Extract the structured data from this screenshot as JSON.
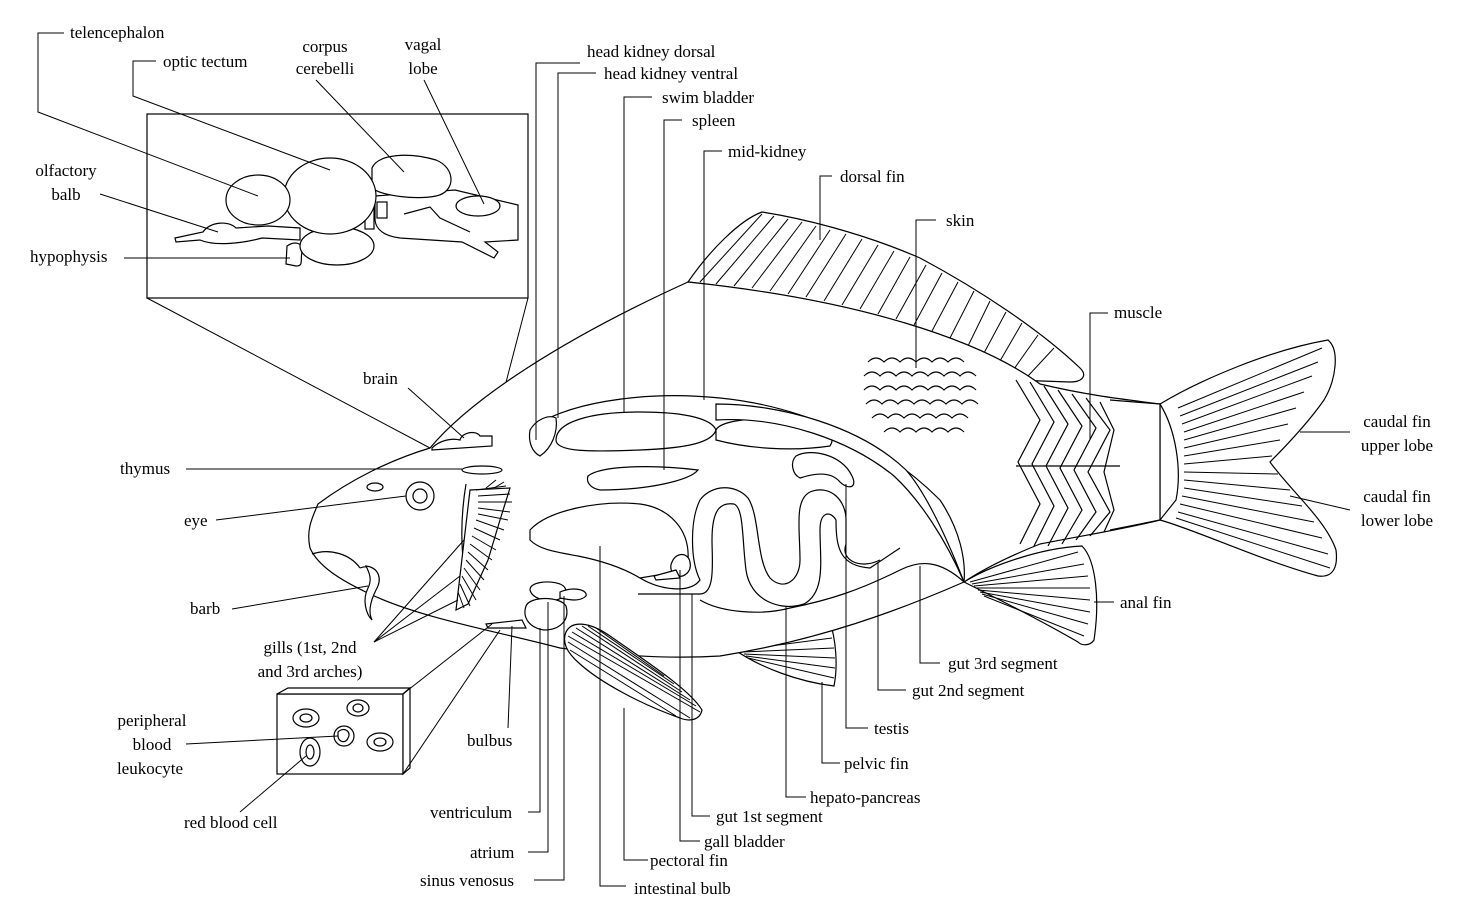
{
  "labels": {
    "telencephalon": "telencephalon",
    "optic_tectum": "optic tectum",
    "corpus_cerebelli_1": "corpus",
    "corpus_cerebelli_2": "cerebelli",
    "vagal_lobe_1": "vagal",
    "vagal_lobe_2": "lobe",
    "olfactory_balb_1": "olfactory",
    "olfactory_balb_2": "balb",
    "hypophysis": "hypophysis",
    "brain": "brain",
    "thymus": "thymus",
    "eye": "eye",
    "barb": "barb",
    "gills_1": "gills (1st, 2nd",
    "gills_2": "and 3rd arches)",
    "peripheral_1": "peripheral",
    "peripheral_2": "blood",
    "peripheral_3": "leukocyte",
    "red_blood_cell": "red blood cell",
    "bulbus": "bulbus",
    "ventriculum": "ventriculum",
    "atrium": "atrium",
    "sinus_venosus": "sinus venosus",
    "intestinal_bulb": "intestinal bulb",
    "pectoral_fin": "pectoral fin",
    "gall_bladder": "gall bladder",
    "gut_1st": "gut 1st segment",
    "hepato_pancreas": "hepato-pancreas",
    "pelvic_fin": "pelvic fin",
    "testis": "testis",
    "gut_2nd": "gut 2nd segment",
    "gut_3rd": "gut 3rd segment",
    "anal_fin": "anal fin",
    "caudal_lower_1": "caudal fin",
    "caudal_lower_2": "lower lobe",
    "caudal_upper_1": "caudal fin",
    "caudal_upper_2": "upper lobe",
    "muscle": "muscle",
    "skin": "skin",
    "dorsal_fin": "dorsal fin",
    "mid_kidney": "mid-kidney",
    "spleen": "spleen",
    "swim_bladder": "swim bladder",
    "head_kidney_ventral": "head kidney ventral",
    "head_kidney_dorsal": "head kidney dorsal"
  }
}
